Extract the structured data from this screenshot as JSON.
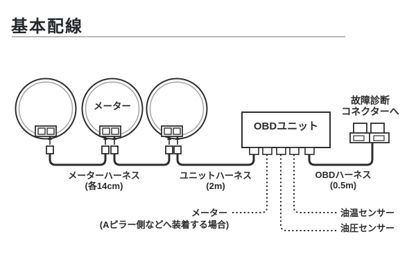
{
  "title": "基本配線",
  "diagram": {
    "gauges": {
      "meter_label": "メーター"
    },
    "obd_unit": {
      "label": "OBDユニット"
    },
    "diagnostic_connector": {
      "label_line1": "故障診断",
      "label_line2": "コネクターへ"
    },
    "harnesses": {
      "meter_harness_label": "メーターハーネス",
      "meter_harness_length": "(各14cm)",
      "unit_harness_label": "ユニットハーネス",
      "unit_harness_length": "(2m)",
      "obd_harness_label": "OBDハーネス",
      "obd_harness_length": "(0.5m)"
    },
    "pin_labels": {
      "meter": "メーター",
      "meter_note": "(Aピラー側などへ装着する場合)",
      "oil_temp_sensor": "油温センサー",
      "oil_pressure_sensor": "油圧センサー"
    }
  },
  "colors": {
    "line": "#2d2d2d",
    "inner_ring": "#a0a0a0",
    "rule": "#b8b8b8",
    "text": "#2b2b2b",
    "background": "#ffffff"
  }
}
